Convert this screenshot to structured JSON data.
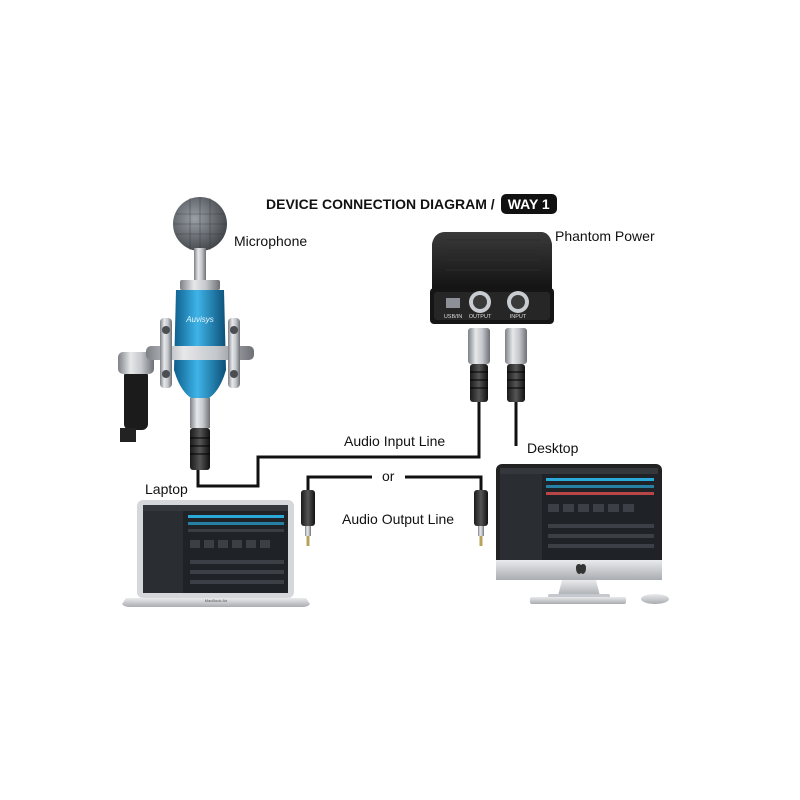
{
  "diagram": {
    "title": "DEVICE CONNECTION DIAGRAM /",
    "title_badge": "WAY 1",
    "labels": {
      "microphone": "Microphone",
      "phantom_power": "Phantom Power",
      "audio_input_line": "Audio Input Line",
      "desktop": "Desktop",
      "laptop": "Laptop",
      "or": "or",
      "audio_output_line": "Audio Output Line"
    },
    "mic_brand": "Auvisys",
    "phantom_ports": {
      "usb": "USB/IN",
      "output": "OUTPUT",
      "input": "INPUT"
    },
    "laptop_brand": "MacBook Air"
  },
  "colors": {
    "line": "#111111",
    "mic_body": "#2b9fd6",
    "chrome": "#b9bcc0",
    "phantom_box": "#1c1c1c",
    "screen_bg": "#1f2226",
    "screen_accent": "#2aa8d8"
  }
}
